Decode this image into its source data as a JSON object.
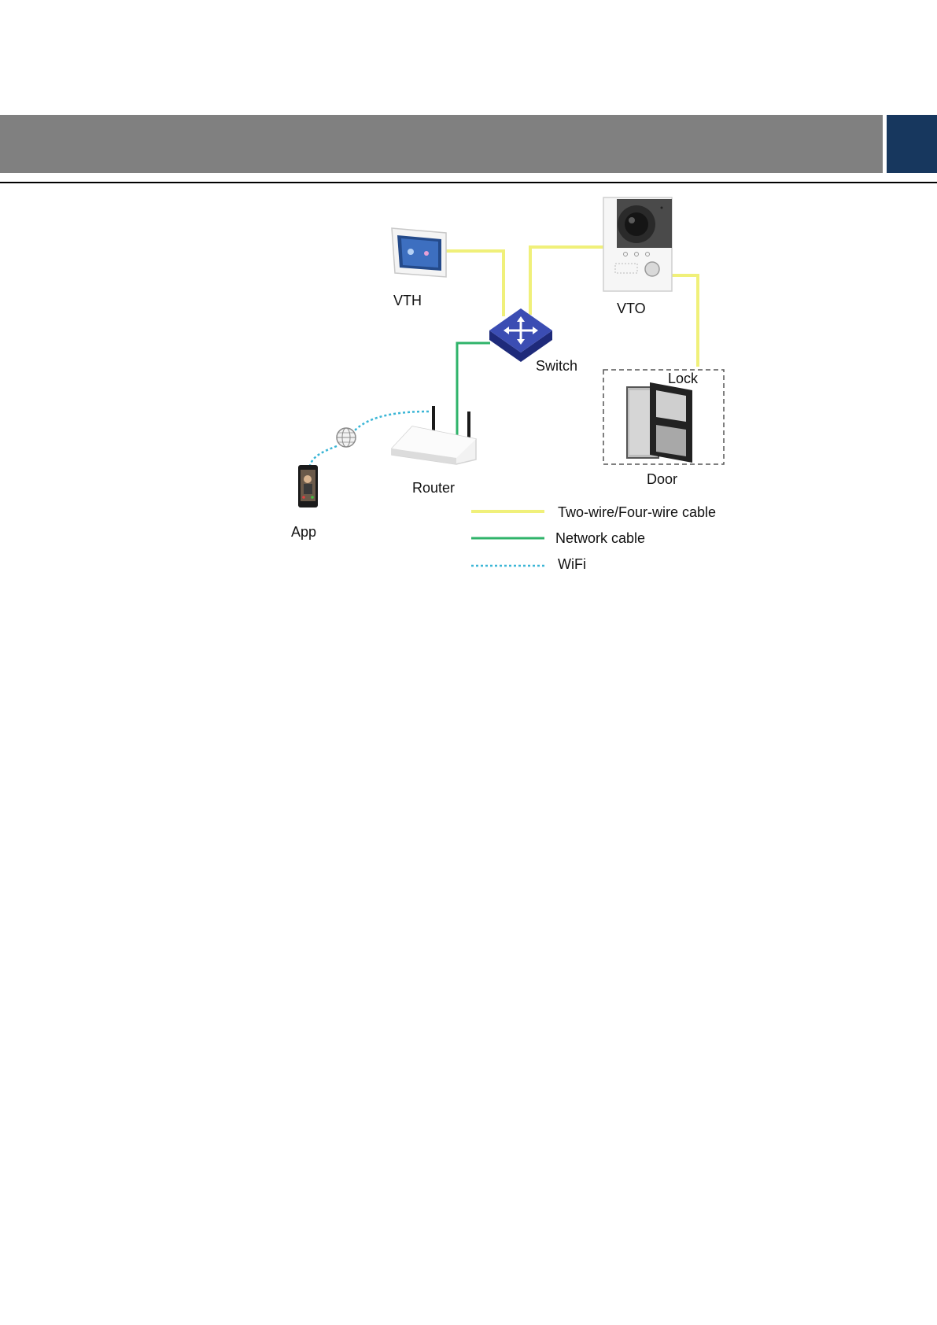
{
  "colors": {
    "header_gray": "#808080",
    "header_tab": "#17375e",
    "two_wire": "#f0f07a",
    "network": "#2fb36a",
    "wifi": "#3bb6d6"
  },
  "diagram": {
    "nodes": {
      "vth": {
        "label": "VTH",
        "icon": "indoor-monitor-icon"
      },
      "vto": {
        "label": "VTO",
        "icon": "door-station-icon"
      },
      "switch": {
        "label": "Switch",
        "icon": "network-switch-icon"
      },
      "lock": {
        "label": "Lock"
      },
      "door": {
        "label": "Door",
        "icon": "door-icon"
      },
      "router": {
        "label": "Router",
        "icon": "router-icon"
      },
      "app": {
        "label": "App",
        "icon": "smartphone-icon"
      },
      "internet": {
        "icon": "globe-icon"
      }
    },
    "legend": [
      {
        "label": "Two-wire/Four-wire cable",
        "color": "#f0f07a",
        "style": "solid"
      },
      {
        "label": "Network cable",
        "color": "#2fb36a",
        "style": "solid"
      },
      {
        "label": "WiFi",
        "color": "#3bb6d6",
        "style": "dotted"
      }
    ]
  }
}
